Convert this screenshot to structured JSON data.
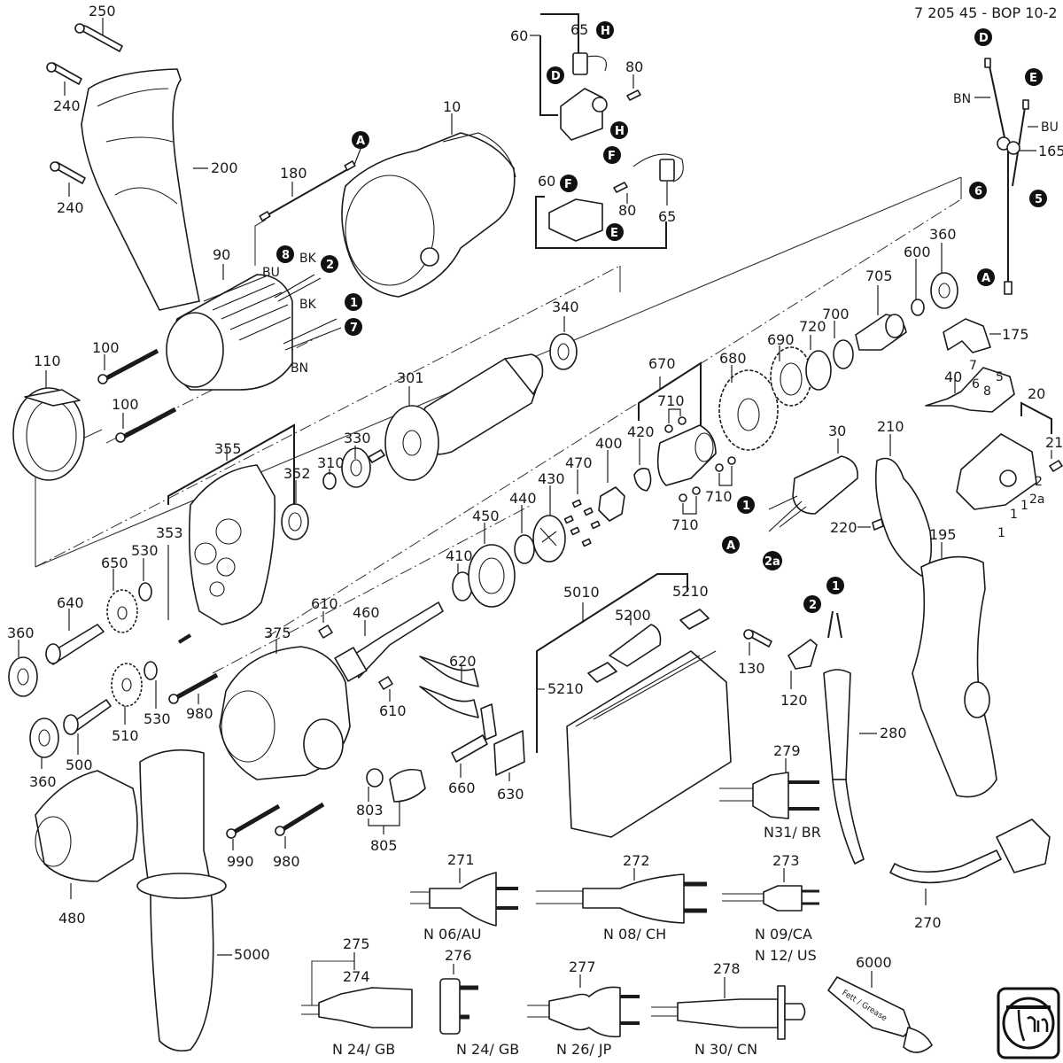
{
  "document": {
    "title": "7 205 45 - BOP 10-2",
    "type": "exploded parts diagram",
    "brand_logo": "fein"
  },
  "parts": [
    {
      "id": "250"
    },
    {
      "id": "240"
    },
    {
      "id": "240b",
      "label": "240"
    },
    {
      "id": "200"
    },
    {
      "id": "180"
    },
    {
      "id": "10"
    },
    {
      "id": "90"
    },
    {
      "id": "100"
    },
    {
      "id": "100b",
      "label": "100"
    },
    {
      "id": "110"
    },
    {
      "id": "60"
    },
    {
      "id": "65"
    },
    {
      "id": "80"
    },
    {
      "id": "60b",
      "label": "60"
    },
    {
      "id": "80b",
      "label": "80"
    },
    {
      "id": "65b",
      "label": "65"
    },
    {
      "id": "165"
    },
    {
      "id": "340"
    },
    {
      "id": "301"
    },
    {
      "id": "330"
    },
    {
      "id": "310"
    },
    {
      "id": "352"
    },
    {
      "id": "355"
    },
    {
      "id": "353"
    },
    {
      "id": "650"
    },
    {
      "id": "530"
    },
    {
      "id": "640"
    },
    {
      "id": "360"
    },
    {
      "id": "360b",
      "label": "360"
    },
    {
      "id": "360c",
      "label": "360"
    },
    {
      "id": "510"
    },
    {
      "id": "530b",
      "label": "530"
    },
    {
      "id": "500"
    },
    {
      "id": "980"
    },
    {
      "id": "375"
    },
    {
      "id": "610"
    },
    {
      "id": "610b",
      "label": "610"
    },
    {
      "id": "460"
    },
    {
      "id": "410"
    },
    {
      "id": "450"
    },
    {
      "id": "440"
    },
    {
      "id": "430"
    },
    {
      "id": "470"
    },
    {
      "id": "400"
    },
    {
      "id": "420"
    },
    {
      "id": "670"
    },
    {
      "id": "710"
    },
    {
      "id": "710b",
      "label": "710"
    },
    {
      "id": "710c",
      "label": "710"
    },
    {
      "id": "680"
    },
    {
      "id": "690"
    },
    {
      "id": "720"
    },
    {
      "id": "700"
    },
    {
      "id": "705"
    },
    {
      "id": "600"
    },
    {
      "id": "175"
    },
    {
      "id": "40"
    },
    {
      "id": "20"
    },
    {
      "id": "21"
    },
    {
      "id": "30"
    },
    {
      "id": "210"
    },
    {
      "id": "220"
    },
    {
      "id": "195"
    },
    {
      "id": "620"
    },
    {
      "id": "660"
    },
    {
      "id": "630"
    },
    {
      "id": "803"
    },
    {
      "id": "805"
    },
    {
      "id": "990"
    },
    {
      "id": "980b",
      "label": "980"
    },
    {
      "id": "480"
    },
    {
      "id": "5000"
    },
    {
      "id": "5010"
    },
    {
      "id": "5200"
    },
    {
      "id": "5210"
    },
    {
      "id": "5210b",
      "label": "5210"
    },
    {
      "id": "130"
    },
    {
      "id": "120"
    },
    {
      "id": "280"
    },
    {
      "id": "270"
    },
    {
      "id": "279"
    },
    {
      "id": "271"
    },
    {
      "id": "272"
    },
    {
      "id": "273"
    },
    {
      "id": "275"
    },
    {
      "id": "274"
    },
    {
      "id": "276"
    },
    {
      "id": "277"
    },
    {
      "id": "278"
    },
    {
      "id": "6000"
    }
  ],
  "labels": {
    "p250": "250",
    "p240a": "240",
    "p240b": "240",
    "p200": "200",
    "p180": "180",
    "p10": "10",
    "p90": "90",
    "p100a": "100",
    "p100b": "100",
    "p110": "110",
    "p60a": "60",
    "p65a": "65",
    "p80a": "80",
    "p60b": "60",
    "p80b": "80",
    "p65b": "65",
    "p165": "165",
    "p340": "340",
    "p301": "301",
    "p330": "330",
    "p310": "310",
    "p352": "352",
    "p355": "355",
    "p353": "353",
    "p650": "650",
    "p530a": "530",
    "p640": "640",
    "p360a": "360",
    "p360b": "360",
    "p360c": "360",
    "p510": "510",
    "p530b": "530",
    "p500": "500",
    "p980a": "980",
    "p375": "375",
    "p610a": "610",
    "p610b": "610",
    "p460": "460",
    "p410": "410",
    "p450": "450",
    "p440": "440",
    "p430": "430",
    "p470": "470",
    "p400": "400",
    "p420": "420",
    "p670": "670",
    "p710a": "710",
    "p710b": "710",
    "p710c": "710",
    "p680": "680",
    "p690": "690",
    "p720": "720",
    "p700": "700",
    "p705": "705",
    "p600": "600",
    "p175": "175",
    "p40": "40",
    "p20": "20",
    "p21": "21",
    "p30": "30",
    "p210": "210",
    "p220": "220",
    "p195": "195",
    "p620": "620",
    "p660": "660",
    "p630": "630",
    "p803": "803",
    "p805": "805",
    "p990": "990",
    "p980b": "980",
    "p480": "480",
    "p5000": "5000",
    "p5010": "5010",
    "p5200": "5200",
    "p5210a": "5210",
    "p5210b": "5210",
    "p130": "130",
    "p120": "120",
    "p280": "280",
    "p270": "270",
    "p279": "279",
    "p271": "271",
    "p272": "272",
    "p273": "273",
    "p275": "275",
    "p274": "274",
    "p276": "276",
    "p277": "277",
    "p278": "278",
    "p6000": "6000",
    "sw1a": "1",
    "sw1b": "1",
    "sw1c": "1",
    "sw2": "2",
    "sw2a": "2a",
    "sw5": "5",
    "sw6": "6",
    "sw7": "7",
    "sw8": "8"
  },
  "wire_colors": {
    "stator_bu": "BU",
    "stator_bk_top": "BK",
    "stator_bk_mid": "BK",
    "stator_bn": "BN",
    "harness_bn": "BN",
    "harness_bu": "BU"
  },
  "connector_badges": {
    "A_top": "A",
    "D_brush": "D",
    "H_top": "H",
    "H_bottom": "H",
    "F_wire": "F",
    "F_holder": "F",
    "E_holder": "E",
    "D_harness": "D",
    "E_harness": "E",
    "six": "6",
    "five": "5",
    "A_harness": "A",
    "eight": "8",
    "two_stator": "2",
    "one_stator": "1",
    "seven": "7",
    "one_cap": "1",
    "A_cap": "A",
    "two_a_cap": "2a",
    "two_cable": "2",
    "one_cable": "1"
  },
  "plug_variants": {
    "n06": "N 06/AU",
    "n08": "N 08/ CH",
    "n09": "N 09/CA",
    "n12": "N 12/ US",
    "n31": "N31/ BR",
    "n24a": "N 24/ GB",
    "n24b": "N 24/ GB",
    "n26": "N 26/ JP",
    "n30": "N 30/ CN"
  },
  "grease_tube": {
    "text": "Fett / Grease"
  }
}
